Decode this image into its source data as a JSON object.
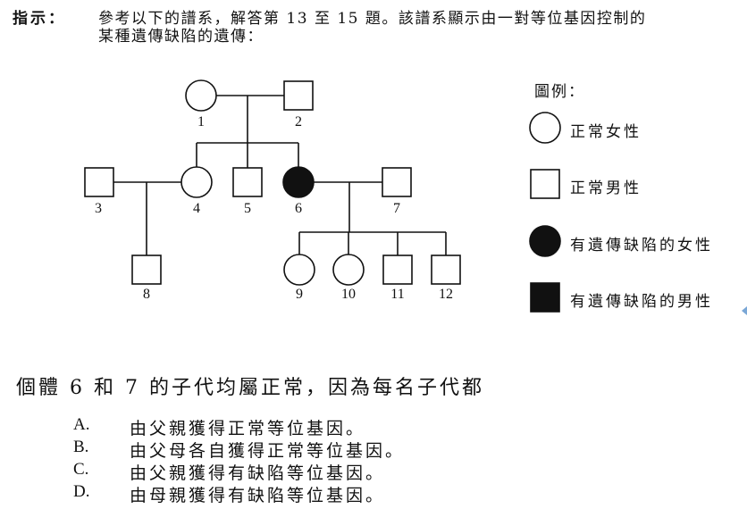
{
  "instruction": {
    "label": "指示：",
    "line1": "參考以下的譜系，解答第 13 至 15 題。該譜系顯示由一對等位基因控制的",
    "line2": "某種遺傳缺陷的遺傳："
  },
  "pedigree": {
    "individuals": [
      {
        "id": "1",
        "sex": "female",
        "affected": false,
        "generation": 1
      },
      {
        "id": "2",
        "sex": "male",
        "affected": false,
        "generation": 1
      },
      {
        "id": "3",
        "sex": "male",
        "affected": false,
        "generation": 2
      },
      {
        "id": "4",
        "sex": "female",
        "affected": false,
        "generation": 2
      },
      {
        "id": "5",
        "sex": "male",
        "affected": false,
        "generation": 2
      },
      {
        "id": "6",
        "sex": "female",
        "affected": true,
        "generation": 2
      },
      {
        "id": "7",
        "sex": "male",
        "affected": false,
        "generation": 2
      },
      {
        "id": "8",
        "sex": "male",
        "affected": false,
        "generation": 3
      },
      {
        "id": "9",
        "sex": "female",
        "affected": false,
        "generation": 3
      },
      {
        "id": "10",
        "sex": "female",
        "affected": false,
        "generation": 3
      },
      {
        "id": "11",
        "sex": "male",
        "affected": false,
        "generation": 3
      },
      {
        "id": "12",
        "sex": "male",
        "affected": false,
        "generation": 3
      }
    ]
  },
  "legend": {
    "title": "圖例：",
    "items": [
      {
        "label": "正常女性",
        "shape": "circle",
        "filled": false
      },
      {
        "label": "正常男性",
        "shape": "square",
        "filled": false
      },
      {
        "label": "有遺傳缺陷的女性",
        "shape": "circle",
        "filled": true
      },
      {
        "label": "有遺傳缺陷的男性",
        "shape": "square",
        "filled": true
      }
    ]
  },
  "question": {
    "stem": "個體 6 和 7 的子代均屬正常，因為每名子代都",
    "options": [
      {
        "letter": "A.",
        "text": "由父親獲得正常等位基因。"
      },
      {
        "letter": "B.",
        "text": "由父母各自獲得正常等位基因。"
      },
      {
        "letter": "C.",
        "text": "由父親獲得有缺陷等位基因。"
      },
      {
        "letter": "D.",
        "text": "由母親獲得有缺陷等位基因。"
      }
    ]
  },
  "colors": {
    "ink": "#111111",
    "accent": "#7aa7d6"
  }
}
